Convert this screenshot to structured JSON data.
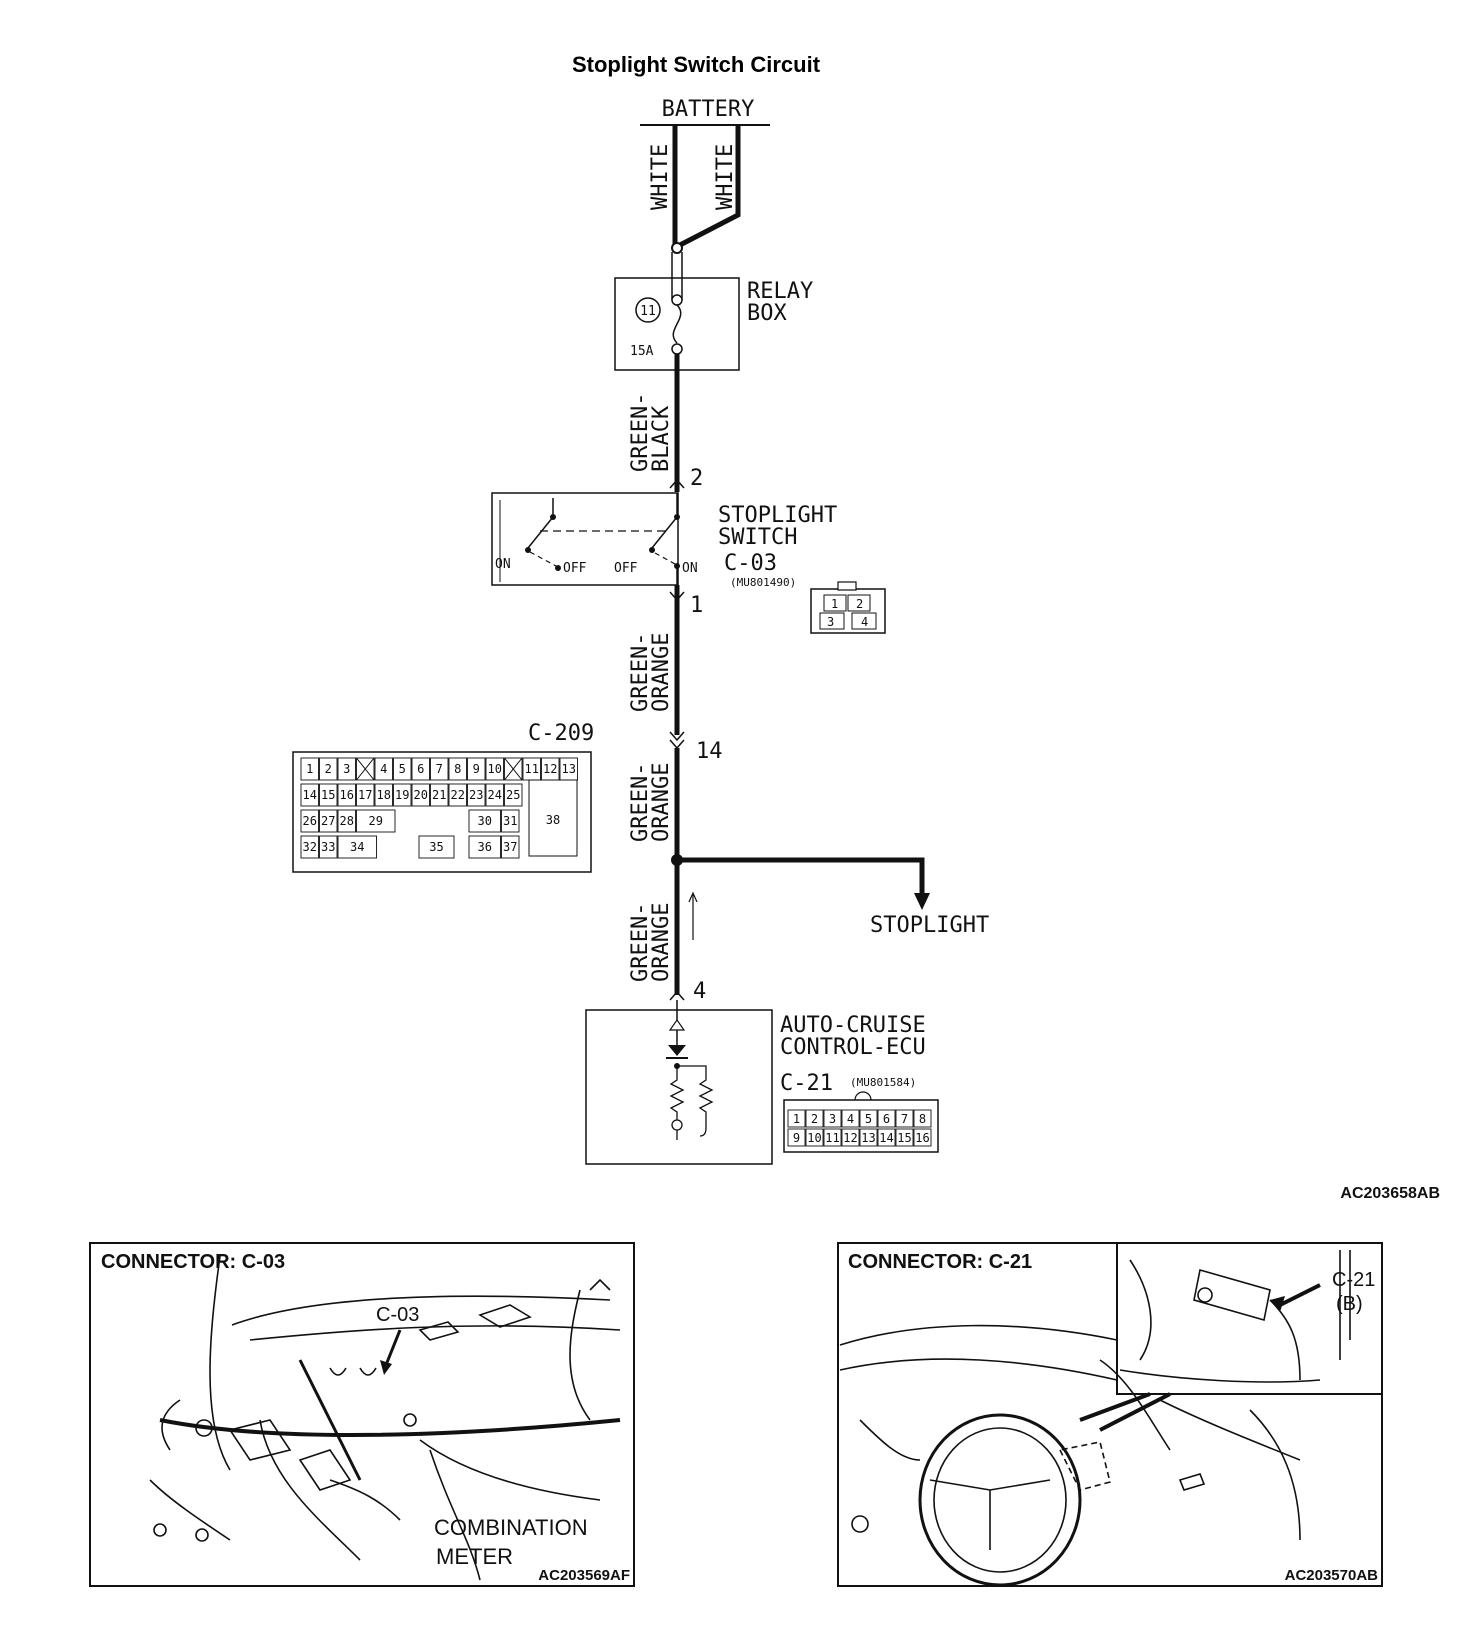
{
  "title": "Stoplight Switch Circuit",
  "battery": "BATTERY",
  "wires": {
    "white_left": "WHITE",
    "white_right": "WHITE",
    "green_black": "GREEN-\nBLACK",
    "green_orange_1": "GREEN-\nORANGE",
    "green_orange_2": "GREEN-\nORANGE",
    "green_orange_3": "GREEN-\nORANGE"
  },
  "relay_box": {
    "label_line1": "RELAY",
    "label_line2": "BOX",
    "fuse_number": "11",
    "fuse_rating": "15A"
  },
  "stoplight_switch": {
    "label_line1": "STOPLIGHT",
    "label_line2": "SWITCH",
    "connector": "C-03",
    "part_number": "(MU801490)",
    "on_left": "ON",
    "off_left": "OFF",
    "off_right": "OFF",
    "on_right": "ON",
    "pins": [
      "1",
      "2",
      "3",
      "4"
    ]
  },
  "pin_labels": {
    "p2": "2",
    "p1": "1",
    "p14": "14",
    "p4": "4"
  },
  "c209": {
    "name": "C-209",
    "row1": [
      "1",
      "2",
      "3",
      "",
      "4",
      "5",
      "6",
      "7",
      "8",
      "9",
      "10",
      "",
      "11",
      "12",
      "13"
    ],
    "row2": [
      "14",
      "15",
      "16",
      "17",
      "18",
      "19",
      "20",
      "21",
      "22",
      "23",
      "24",
      "25"
    ],
    "row3": [
      "26",
      "27",
      "28",
      "29",
      "30",
      "31"
    ],
    "row4": [
      "32",
      "33",
      "34",
      "35",
      "36",
      "37"
    ],
    "big": "38"
  },
  "stoplight_out": "STOPLIGHT",
  "ecu": {
    "label_line1": "AUTO-CRUISE",
    "label_line2": "CONTROL-ECU",
    "connector": "C-21",
    "part_number": "(MU801584)",
    "row1": [
      "1",
      "2",
      "3",
      "4",
      "5",
      "6",
      "7",
      "8"
    ],
    "row2": [
      "9",
      "10",
      "11",
      "12",
      "13",
      "14",
      "15",
      "16"
    ]
  },
  "figure_code_main": "AC203658AB",
  "panel_c03": {
    "title": "CONNECTOR: C-03",
    "callout": "C-03",
    "meter_line1": "COMBINATION",
    "meter_line2": "METER",
    "code": "AC203569AF"
  },
  "panel_c21": {
    "title": "CONNECTOR: C-21",
    "callout_line1": "C-21",
    "callout_line2": "(B)",
    "code": "AC203570AB"
  }
}
